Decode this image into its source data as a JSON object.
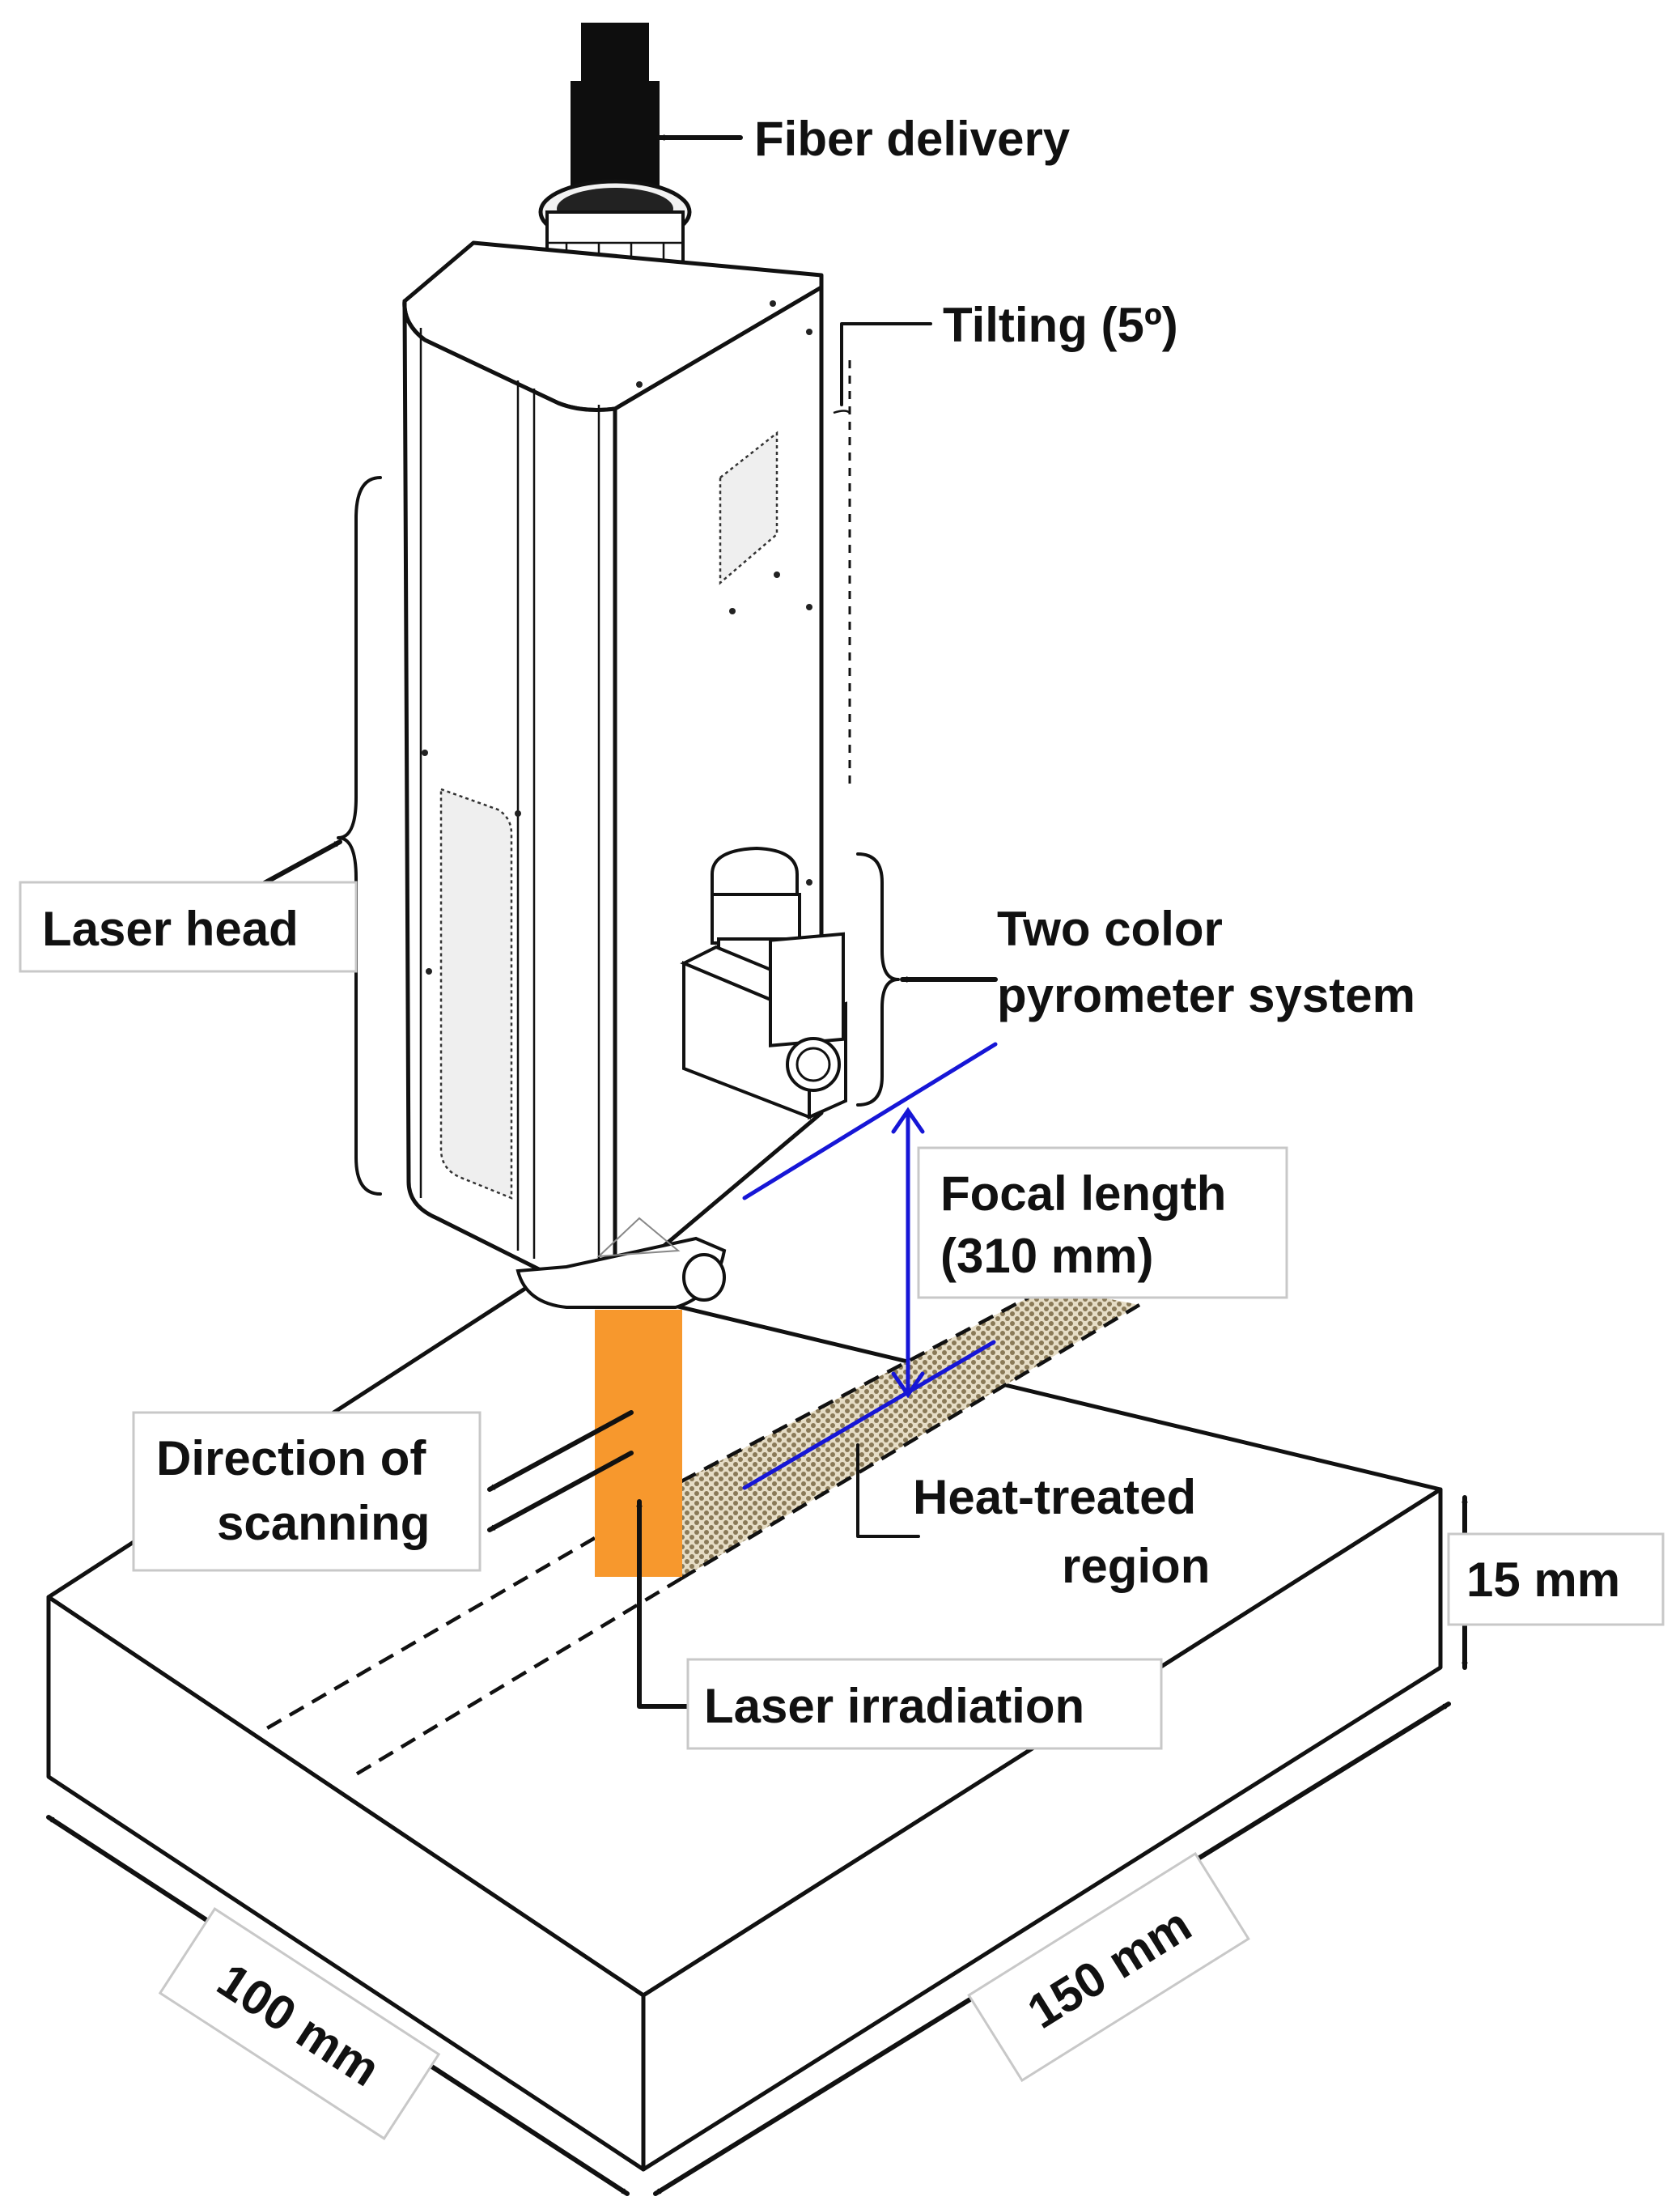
{
  "labels": {
    "fiber_delivery": "Fiber delivery",
    "tilting": "Tilting (5º)",
    "laser_head": "Laser head",
    "pyrometer_line1": "Two color",
    "pyrometer_line2": "pyrometer system",
    "focal_line1": "Focal length",
    "focal_line2": "(310 mm)",
    "direction_line1": "Direction of",
    "direction_line2": "scanning",
    "heat_line1": "Heat-treated",
    "heat_line2": "region",
    "thickness": "15 mm",
    "laser_irradiation": "Laser irradiation",
    "width": "100 mm",
    "length": "150 mm"
  },
  "colors": {
    "laser_beam": "#f7982d",
    "focal_lines": "#1616d6",
    "heat_treated_pattern": "#b8a98a",
    "outline": "#111111"
  }
}
